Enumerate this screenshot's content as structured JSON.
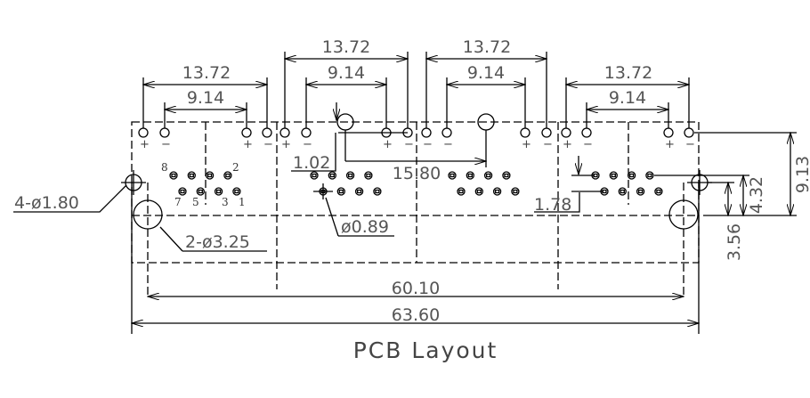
{
  "title": "PCB Layout",
  "dimensions": {
    "group1_outer": "13.72",
    "group1_inner": "9.14",
    "group2_outer": "13.72",
    "group2_inner": "9.14",
    "group3_outer": "13.72",
    "group3_inner": "9.14",
    "group4_outer": "13.72",
    "group4_inner": "9.14",
    "led_offset": "1.02",
    "center_holes": "15.80",
    "row_pitch": "1.78",
    "mount_span": "60.10",
    "total_width": "63.60",
    "height_total": "9.13",
    "height_row1": "4.32",
    "height_row2": "3.56"
  },
  "callouts": {
    "small_holes": "4-ø1.80",
    "large_holes": "2-ø3.25",
    "pin_hole": "ø0.89"
  },
  "pin_labels": {
    "p8": "8",
    "p2": "2",
    "p7": "7",
    "p5": "5",
    "p3": "3",
    "p1": "1"
  },
  "polarity": {
    "plus": "+",
    "minus": "−"
  }
}
